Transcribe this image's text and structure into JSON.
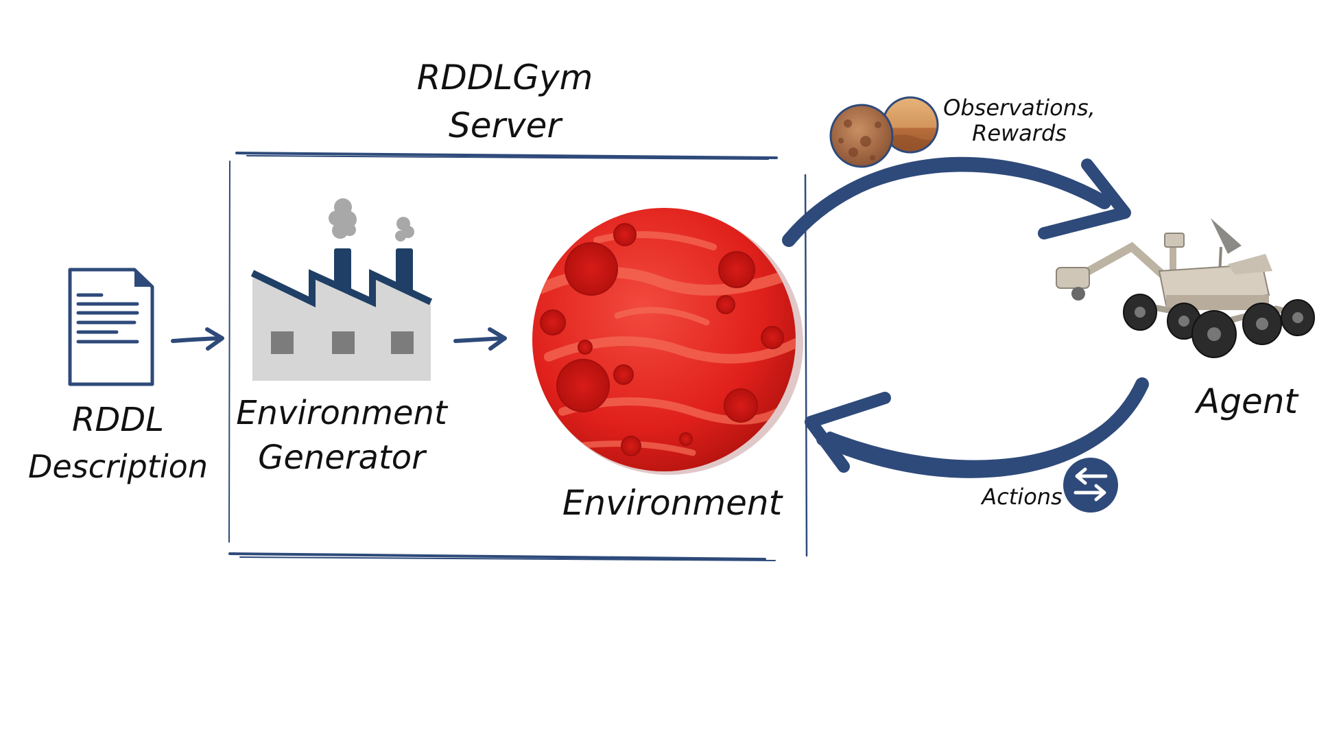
{
  "title": {
    "line1": "RDDLGym",
    "line2": "Server"
  },
  "nodes": {
    "rddl_description": {
      "line1": "RDDL",
      "line2": "Description",
      "icon": "document-icon"
    },
    "environment_generator": {
      "line1": "Environment",
      "line2": "Generator",
      "icon": "factory-icon"
    },
    "environment": {
      "label": "Environment",
      "icon": "planet-icon"
    },
    "agent": {
      "label": "Agent",
      "icon": "rover-icon"
    }
  },
  "edges": {
    "observations_rewards": {
      "line1": "Observations,",
      "line2": "Rewards",
      "icon": "planet-surface-thumbnails"
    },
    "actions": {
      "label": "Actions",
      "icon": "swap-arrows-icon"
    }
  },
  "colors": {
    "navy": "#2e4a7a",
    "planet_red": "#e0201b",
    "factory_gray": "#d6d6d6",
    "chimney_navy": "#1f3f66"
  }
}
